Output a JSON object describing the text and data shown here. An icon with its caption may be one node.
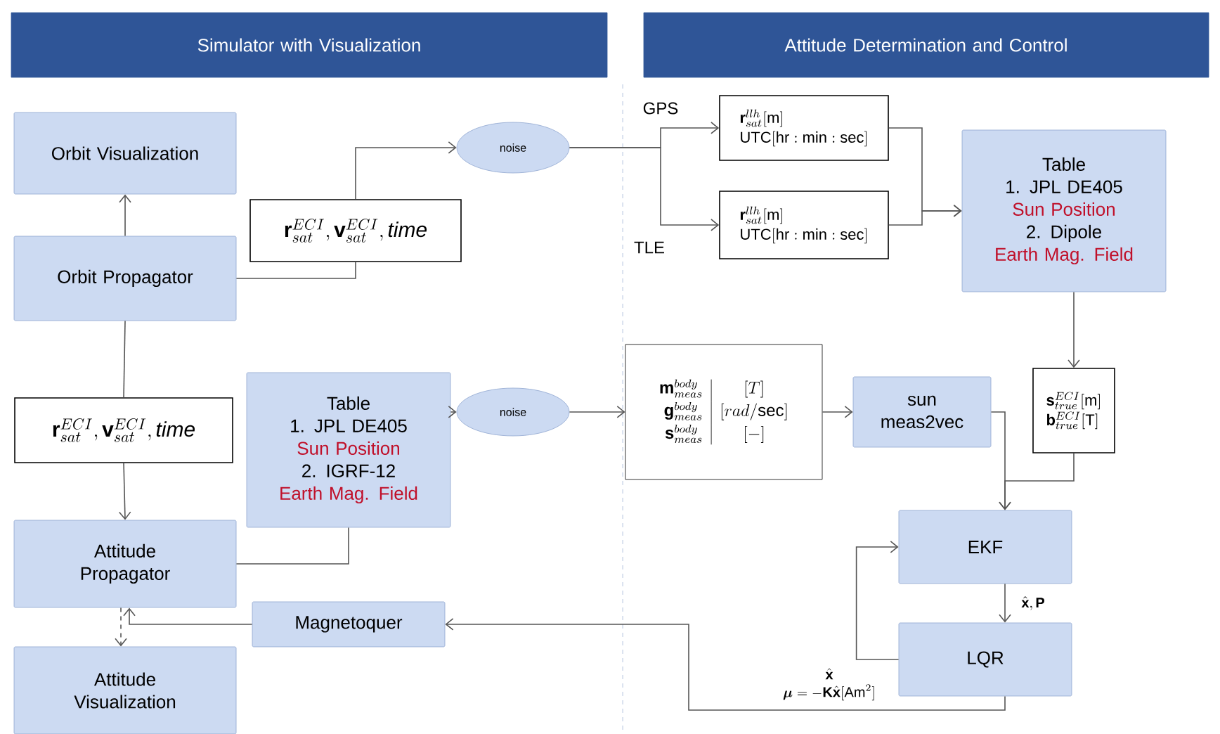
{
  "diagram": {
    "nodes": [
      {
        "text": [
          "Simulator with Visualization"
        ]
      },
      {
        "text": [
          "Attitude Determination and Control"
        ]
      },
      {
        "text": [
          "Orbit Visualization"
        ]
      },
      {
        "text": [
          "\\mathbf{r}_{sat}^{ECI},\\mathbf{v}_{sat}^{ECI},\\mathit{time}"
        ]
      },
      {
        "text": [
          "Orbit Propagator"
        ]
      },
      {
        "text": [
          "noise"
        ]
      },
      {
        "text": [
          "\\mathbf{r}_{sat}^{llh}[\\mathrm{m}]",
          "\\mathrm{UTC}[\\mathrm{hr}:\\mathrm{min}:\\mathrm{sec}]"
        ]
      },
      {
        "text": [
          "\\mathbf{r}_{sat}^{llh}[\\mathrm{m}]",
          "\\mathrm{UTC}[\\mathrm{hr}:\\mathrm{min}:\\mathrm{sec}]"
        ]
      },
      {
        "text": [
          "Table",
          "1. JPL DE405",
          "Sun Position",
          "2. Dipole",
          "Earth Mag. Field"
        ]
      },
      {
        "text": [
          "\\mathbf{r}_{sat}^{ECI},\\mathbf{v}_{sat}^{ECI},\\mathit{time}"
        ]
      },
      {
        "text": [
          "Table",
          "1. JPL DE405",
          "Sun Position",
          "2. IGRF-12",
          "Earth Mag. Field"
        ]
      },
      {
        "text": [
          "noise"
        ]
      },
      {
        "text": [
          "\\mathbf{m}_{meas}^{body}",
          "[T]",
          "\\mathbf{g}_{meas}^{body}",
          "[rad/\\mathrm{sec}]",
          "\\mathbf{s}_{meas}^{body}",
          "[-]"
        ]
      },
      {
        "text": [
          "sun meas2vec"
        ]
      },
      {
        "text": [
          "\\mathbf{s}_{true}^{ECI}[\\mathrm{m}]",
          "\\mathbf{b}_{true}^{ECI}[\\mathrm{T}]"
        ]
      },
      {
        "text": [
          "EKF"
        ]
      },
      {
        "text": [
          "LQR"
        ]
      },
      {
        "text": [
          "Attitude Propagator"
        ]
      },
      {
        "text": [
          "Magnetoquer"
        ]
      },
      {
        "text": [
          "Attitude Visualization"
        ]
      }
    ],
    "edges": [
      {
        "from": 4,
        "to": 2,
        "arrow": "to"
      },
      {
        "from": 4,
        "to": 3,
        "arrow": "none"
      },
      {
        "from": 3,
        "to": 5,
        "arrow": "to"
      },
      {
        "from": 5,
        "to": 6,
        "arrow": "to"
      },
      {
        "from": 5,
        "to": 7,
        "arrow": "to"
      },
      {
        "from": 6,
        "to": 8,
        "arrow": "to"
      },
      {
        "from": 7,
        "to": 8,
        "arrow": "to"
      },
      {
        "from": 8,
        "to": 14,
        "arrow": "to"
      },
      {
        "from": 4,
        "to": 9,
        "arrow": "none"
      },
      {
        "from": 9,
        "to": 17,
        "arrow": "to"
      },
      {
        "from": 10,
        "to": 11,
        "arrow": "to"
      },
      {
        "from": 10,
        "to": 17,
        "arrow": "none"
      },
      {
        "from": 11,
        "to": 12,
        "arrow": "to"
      },
      {
        "from": 12,
        "to": 13,
        "arrow": "to"
      },
      {
        "from": 13,
        "to": 15,
        "arrow": "to"
      },
      {
        "from": 14,
        "to": 15,
        "arrow": "to"
      },
      {
        "from": 15,
        "to": 16,
        "arrow": "to",
        "label": "\\hat{\\mathbf{x}},\\mathbf{P}"
      },
      {
        "from": 16,
        "to": 15,
        "arrow": "to"
      },
      {
        "from": 16,
        "to": 18,
        "arrow": "to",
        "label": "\\begin{array}{c}\\hat{\\mathbf{x}}\\\\ \\boldsymbol{\\mu}=-\\mathbf{K}\\hat{\\mathbf{x}}[\\mathrm{Am}^{2}]\\end{array}"
      },
      {
        "from": 18,
        "to": 17,
        "arrow": "to"
      },
      {
        "from": 17,
        "to": 19,
        "arrow": "to",
        "style": "dashed"
      }
    ],
    "labels": [
      "GPS",
      "TLE"
    ]
  }
}
